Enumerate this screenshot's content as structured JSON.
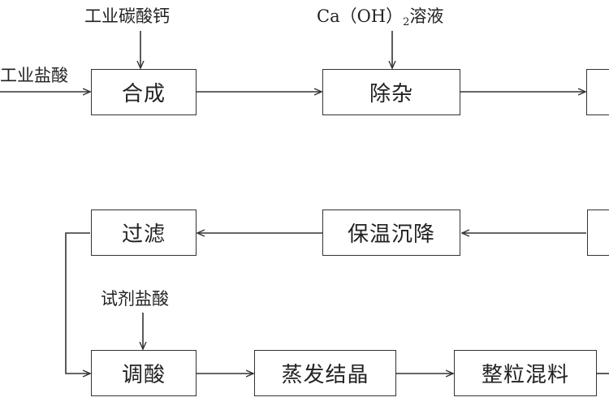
{
  "inputs": {
    "industrial_hcl": "工业盐酸",
    "industrial_caco3": "工业碳酸钙",
    "caoh2_prefix": "Ca（OH）",
    "caoh2_subscript": "2",
    "caoh2_suffix": "溶液",
    "reagent_hcl": "试剂盐酸"
  },
  "steps": {
    "synthesis": "合成",
    "impurity_removal": "除杂",
    "filtration": "过滤",
    "heat_settling": "保温沉降",
    "acid_adjustment": "调酸",
    "evaporative_crystallization": "蒸发结晶",
    "granulation_mixing": "整粒混料"
  }
}
